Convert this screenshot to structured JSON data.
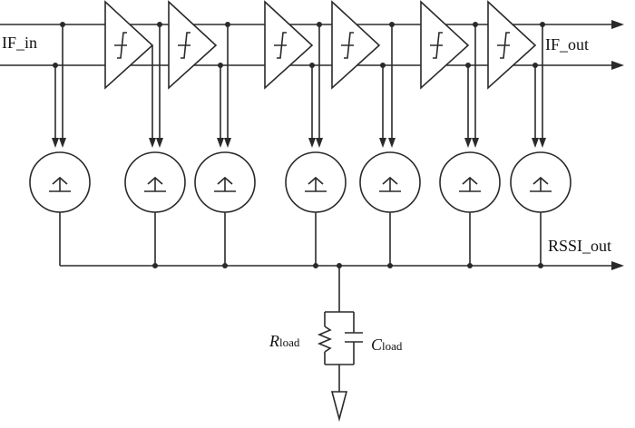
{
  "labels": {
    "if_in": "IF_in",
    "if_out": "IF_out",
    "rssi_out": "RSSI_out",
    "r_symbol": "R",
    "r_sub": "load",
    "c_symbol": "C",
    "c_sub": "load"
  },
  "stages": {
    "limiting_amplifiers": 6,
    "detectors": 7
  }
}
